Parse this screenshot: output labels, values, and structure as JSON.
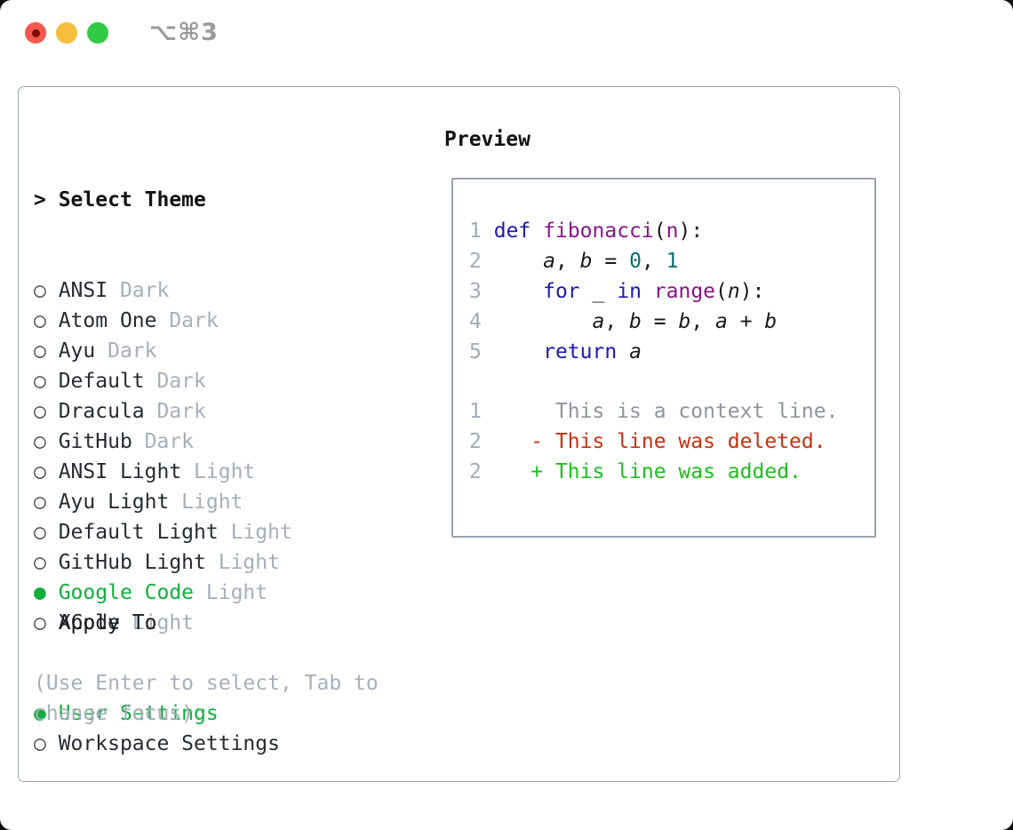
{
  "window": {
    "titlebar": {
      "title_shortcut": "⌥⌘3"
    }
  },
  "icons": {
    "prompt": ">",
    "radio_selected": "●",
    "radio_unselected": "○"
  },
  "theme_menu": {
    "header": "Select Theme",
    "items": [
      {
        "name": "ANSI",
        "variant": "Dark",
        "selected": false
      },
      {
        "name": "Atom One",
        "variant": "Dark",
        "selected": false
      },
      {
        "name": "Ayu",
        "variant": "Dark",
        "selected": false
      },
      {
        "name": "Default",
        "variant": "Dark",
        "selected": false
      },
      {
        "name": "Dracula",
        "variant": "Dark",
        "selected": false
      },
      {
        "name": "GitHub",
        "variant": "Dark",
        "selected": false
      },
      {
        "name": "ANSI Light",
        "variant": "Light",
        "selected": false
      },
      {
        "name": "Ayu Light",
        "variant": "Light",
        "selected": false
      },
      {
        "name": "Default Light",
        "variant": "Light",
        "selected": false
      },
      {
        "name": "GitHub Light",
        "variant": "Light",
        "selected": false
      },
      {
        "name": "Google Code",
        "variant": "Light",
        "selected": true
      },
      {
        "name": "XCode",
        "variant": "Light",
        "selected": false
      }
    ]
  },
  "apply_to": {
    "header": "Apply To",
    "options": [
      {
        "label": "User Settings",
        "selected": true
      },
      {
        "label": "Workspace Settings",
        "selected": false
      }
    ]
  },
  "hint": {
    "lines": [
      "(Use Enter to select, Tab to",
      "change focus)"
    ]
  },
  "preview": {
    "header": "Preview",
    "python_lines": [
      {
        "number": "1",
        "tokens": [
          [
            "pl",
            " "
          ],
          [
            "kw",
            "def"
          ],
          [
            "pl",
            " "
          ],
          [
            "fn",
            "fibonacci"
          ],
          [
            "pl",
            "("
          ],
          [
            "fn",
            "n"
          ],
          [
            "pl",
            "):"
          ]
        ]
      },
      {
        "number": "2",
        "tokens": [
          [
            "pl",
            "     "
          ],
          [
            "var",
            "a"
          ],
          [
            "pl",
            ", "
          ],
          [
            "var",
            "b"
          ],
          [
            "pl",
            " = "
          ],
          [
            "num",
            "0"
          ],
          [
            "pl",
            ", "
          ],
          [
            "num",
            "1"
          ]
        ]
      },
      {
        "number": "3",
        "tokens": [
          [
            "pl",
            "     "
          ],
          [
            "kw",
            "for"
          ],
          [
            "pl",
            " "
          ],
          [
            "var",
            "_"
          ],
          [
            "pl",
            " "
          ],
          [
            "kw",
            "in"
          ],
          [
            "pl",
            " "
          ],
          [
            "fn",
            "range"
          ],
          [
            "pl",
            "("
          ],
          [
            "var",
            "n"
          ],
          [
            "pl",
            "):"
          ]
        ]
      },
      {
        "number": "4",
        "tokens": [
          [
            "pl",
            "         "
          ],
          [
            "var",
            "a"
          ],
          [
            "pl",
            ", "
          ],
          [
            "var",
            "b"
          ],
          [
            "pl",
            " = "
          ],
          [
            "var",
            "b"
          ],
          [
            "pl",
            ", "
          ],
          [
            "var",
            "a"
          ],
          [
            "pl",
            " + "
          ],
          [
            "var",
            "b"
          ]
        ]
      },
      {
        "number": "5",
        "tokens": [
          [
            "pl",
            "     "
          ],
          [
            "kw",
            "return"
          ],
          [
            "pl",
            " "
          ],
          [
            "var",
            "a"
          ]
        ]
      }
    ],
    "diff_lines": [
      {
        "number": "1",
        "tokens": [
          [
            "ctx",
            "      This is a context line."
          ]
        ]
      },
      {
        "number": "2",
        "tokens": [
          [
            "pl",
            "    "
          ],
          [
            "del",
            "- This line was deleted."
          ]
        ]
      },
      {
        "number": "2",
        "tokens": [
          [
            "pl",
            "    "
          ],
          [
            "add",
            "+ This line was added."
          ]
        ]
      }
    ]
  },
  "colors": {
    "accent_selected": "#0fae3c",
    "diff_added": "#1dbf1d",
    "diff_deleted": "#c5310e",
    "keyword": "#1a1aae",
    "function_name": "#8a1389",
    "number_literal": "#0c6d6d",
    "code_text": "#17181a",
    "line_number": "#a3abb8",
    "context_line": "#8e949d",
    "muted": "#a7afbb",
    "text": "#262b33",
    "border": "#9aa3ae",
    "titlebar_text": "#9b9b9b",
    "traffic_red": "#f35950",
    "traffic_yellow": "#f6bd3d",
    "traffic_green": "#32c944"
  }
}
